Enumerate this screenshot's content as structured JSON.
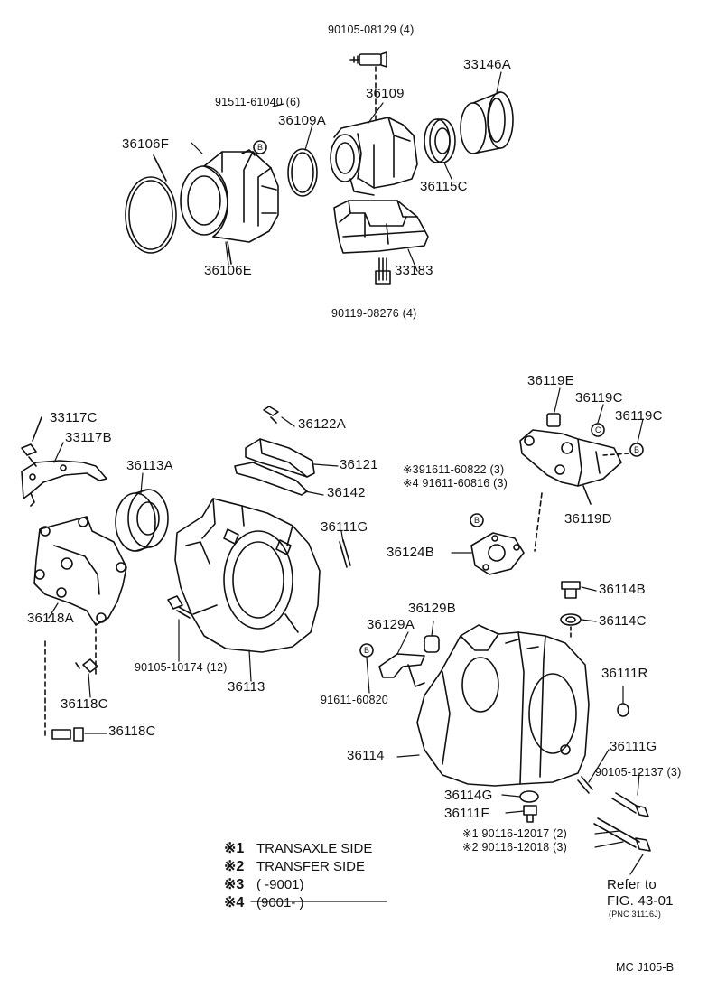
{
  "parts": {
    "p90105_08129": "90105-08129 (4)",
    "p33146A": "33146A",
    "p91511_61040": "91511-61040 (6)",
    "p36109": "36109",
    "p36109A": "36109A",
    "p36106F": "36106F",
    "p36115C": "36115C",
    "p36106E": "36106E",
    "p33183": "33183",
    "p90119_08276": "90119-08276 (4)",
    "p36119E": "36119E",
    "p36119C_a": "36119C",
    "p36119C_b": "36119C",
    "p33117C": "33117C",
    "p36122A": "36122A",
    "p33117B": "33117B",
    "p36113A": "36113A",
    "p36121": "36121",
    "p91611_60822": "※391611-60822 (3)",
    "p91611_60816": "※4 91611-60816 (3)",
    "p36119D": "36119D",
    "p36142": "36142",
    "p36111G_a": "36111G",
    "p36124B": "36124B",
    "p36114B": "36114B",
    "p36118A": "36118A",
    "p36129B": "36129B",
    "p36114C": "36114C",
    "p36129A": "36129A",
    "p90105_10174": "90105-10174 (12)",
    "p36113": "36113",
    "p36111R": "36111R",
    "p36118C_a": "36118C",
    "p91611_60820": "91611-60820",
    "p36118C_b": "36118C",
    "p36111G_b": "36111G",
    "p36114": "36114",
    "p90105_12137": "90105-12137 (3)",
    "p36114G": "36114G",
    "p36111F": "36111F",
    "p90116_12017": "※1 90116-12017 (2)",
    "p90116_12018": "※2 90116-12018 (3)"
  },
  "bolt_marker": "B",
  "clip_marker": "C",
  "notes": [
    {
      "mark": "※1",
      "text": "TRANSAXLE SIDE"
    },
    {
      "mark": "※2",
      "text": "TRANSFER SIDE"
    },
    {
      "mark": "※3",
      "text": "(         -9001)"
    },
    {
      "mark": "※4",
      "text": "(9001-          )"
    }
  ],
  "refer": {
    "line1": "Refer to",
    "line2": "FIG. 43-01",
    "line3": "(PNC 31116J)"
  },
  "figure_code": "MC J105-B"
}
